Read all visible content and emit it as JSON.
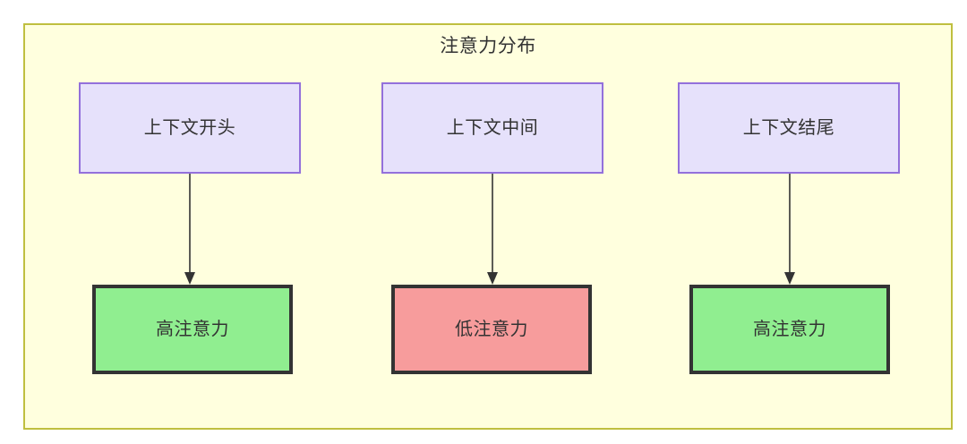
{
  "diagram": {
    "title": "注意力分布",
    "frame": {
      "background_color": "#ffffde",
      "border_color": "#bfbf3f"
    },
    "colors": {
      "context_fill": "#e6e1fb",
      "context_border": "#9370db",
      "high_attention_fill": "#90ee90",
      "low_attention_fill": "#f79c9c",
      "node_border_dark": "#333333",
      "text": "#333333",
      "edge": "#333333"
    },
    "columns": [
      {
        "id": "start",
        "context": {
          "label": "上下文开头"
        },
        "attention": {
          "label": "高注意力",
          "level": "high"
        },
        "edge": {
          "from": "上下文开头",
          "to": "高注意力",
          "arrowhead": "triangle"
        }
      },
      {
        "id": "middle",
        "context": {
          "label": "上下文中间"
        },
        "attention": {
          "label": "低注意力",
          "level": "low"
        },
        "edge": {
          "from": "上下文中间",
          "to": "低注意力",
          "arrowhead": "triangle"
        }
      },
      {
        "id": "end",
        "context": {
          "label": "上下文结尾"
        },
        "attention": {
          "label": "高注意力",
          "level": "high"
        },
        "edge": {
          "from": "上下文结尾",
          "to": "高注意力",
          "arrowhead": "triangle"
        }
      }
    ]
  }
}
